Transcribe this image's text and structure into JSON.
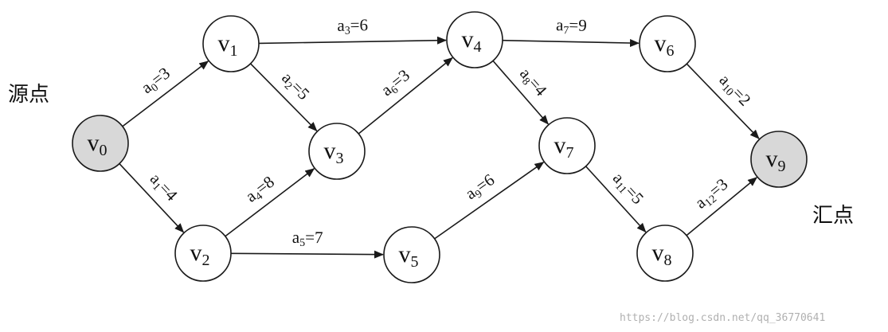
{
  "labels": {
    "source": "源点",
    "sink": "汇点"
  },
  "watermark": "https://blog.csdn.net/qq_36770641",
  "colors": {
    "terminal_fill": "#d8d8d8",
    "normal_fill": "#ffffff"
  },
  "nodes": [
    {
      "id": "v0",
      "base": "v",
      "sub": "0",
      "terminal": true
    },
    {
      "id": "v1",
      "base": "v",
      "sub": "1",
      "terminal": false
    },
    {
      "id": "v2",
      "base": "v",
      "sub": "2",
      "terminal": false
    },
    {
      "id": "v3",
      "base": "v",
      "sub": "3",
      "terminal": false
    },
    {
      "id": "v4",
      "base": "v",
      "sub": "4",
      "terminal": false
    },
    {
      "id": "v5",
      "base": "v",
      "sub": "5",
      "terminal": false
    },
    {
      "id": "v6",
      "base": "v",
      "sub": "6",
      "terminal": false
    },
    {
      "id": "v7",
      "base": "v",
      "sub": "7",
      "terminal": false
    },
    {
      "id": "v8",
      "base": "v",
      "sub": "8",
      "terminal": false
    },
    {
      "id": "v9",
      "base": "v",
      "sub": "9",
      "terminal": true
    }
  ],
  "edges": [
    {
      "from": "v0",
      "to": "v1",
      "name": "a",
      "sub": "0",
      "weight": "3"
    },
    {
      "from": "v0",
      "to": "v2",
      "name": "a",
      "sub": "1",
      "weight": "4"
    },
    {
      "from": "v1",
      "to": "v3",
      "name": "a",
      "sub": "2",
      "weight": "5"
    },
    {
      "from": "v1",
      "to": "v4",
      "name": "a",
      "sub": "3",
      "weight": "6"
    },
    {
      "from": "v2",
      "to": "v3",
      "name": "a",
      "sub": "4",
      "weight": "8"
    },
    {
      "from": "v2",
      "to": "v5",
      "name": "a",
      "sub": "5",
      "weight": "7"
    },
    {
      "from": "v3",
      "to": "v4",
      "name": "a",
      "sub": "6",
      "weight": "3"
    },
    {
      "from": "v4",
      "to": "v6",
      "name": "a",
      "sub": "7",
      "weight": "9"
    },
    {
      "from": "v4",
      "to": "v7",
      "name": "a",
      "sub": "8",
      "weight": "4"
    },
    {
      "from": "v5",
      "to": "v7",
      "name": "a",
      "sub": "9",
      "weight": "6"
    },
    {
      "from": "v6",
      "to": "v9",
      "name": "a",
      "sub": "10",
      "weight": "2"
    },
    {
      "from": "v7",
      "to": "v8",
      "name": "a",
      "sub": "11",
      "weight": "5"
    },
    {
      "from": "v8",
      "to": "v9",
      "name": "a",
      "sub": "12",
      "weight": "3"
    }
  ]
}
